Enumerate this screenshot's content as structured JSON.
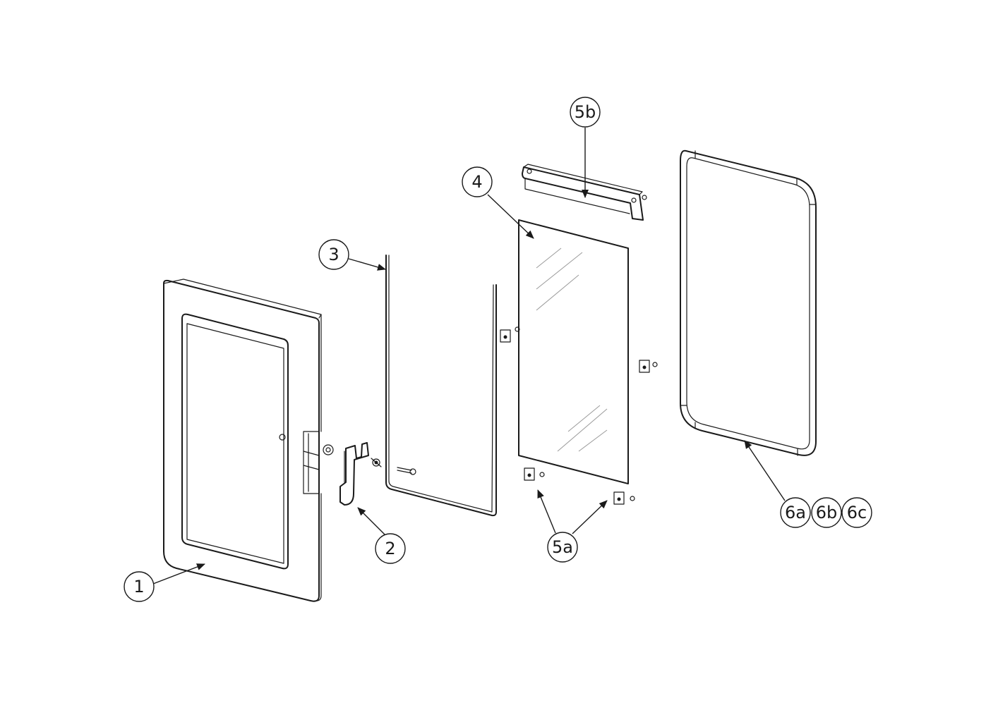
{
  "diagram": {
    "type": "exploded-parts-view",
    "callouts": [
      {
        "id": "c1",
        "label": "1"
      },
      {
        "id": "c2",
        "label": "2"
      },
      {
        "id": "c3",
        "label": "3"
      },
      {
        "id": "c4",
        "label": "4"
      },
      {
        "id": "c5a",
        "label": "5a"
      },
      {
        "id": "c5b",
        "label": "5b"
      },
      {
        "id": "c6a",
        "label": "6a"
      },
      {
        "id": "c6b",
        "label": "6b"
      },
      {
        "id": "c6c",
        "label": "6c"
      }
    ],
    "colors": {
      "line": "#1a1a1a",
      "background": "#ffffff",
      "glare": "#9a9a9a"
    }
  }
}
